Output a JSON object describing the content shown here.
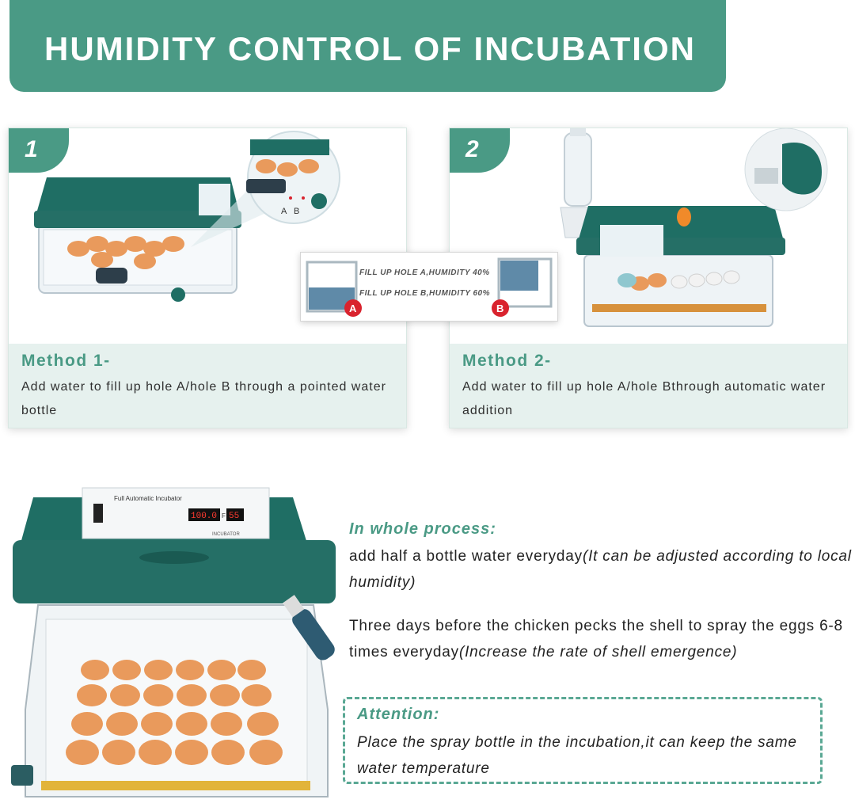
{
  "banner": {
    "title": "HUMIDITY CONTROL OF INCUBATION"
  },
  "method1": {
    "step": "1",
    "title": "Method 1-",
    "description": "Add water to fill up hole A/hole B through a pointed water bottle",
    "hole_labels": [
      "A",
      "B"
    ]
  },
  "method2": {
    "step": "2",
    "title": "Method 2-",
    "description": "Add water to fill up hole A/hole Bthrough automatic water addition"
  },
  "callout": {
    "line_a": "FILL UP HOLE A,HUMIDITY 40%",
    "line_b": "FILL UP HOLE B,HUMIDITY 60%",
    "badge_a": "A",
    "badge_b": "B"
  },
  "panel": {
    "brand": "Full Automatic Incubator",
    "temp_display": "100.0",
    "humidity_display": "55",
    "temp_unit": "F",
    "footer": "INCUBATOR"
  },
  "process": {
    "heading": "In whole process:",
    "p1_main": "add half a bottle water everyday",
    "p1_note": "(It can be adjusted according to local humidity)",
    "p2_main": "Three days before the chicken pecks the shell to spray the eggs 6-8 times everyday",
    "p2_note": "(Increase the rate of shell emergence)"
  },
  "attention": {
    "title": "Attention:",
    "text": "Place the spray bottle in the incubation,it can keep the same water temperature"
  },
  "colors": {
    "brand_teal": "#4a9a85",
    "dark_teal": "#1f6e64",
    "card_footer": "#e6f1ee",
    "badge_red": "#d9232e",
    "egg": "#e99a5c"
  }
}
